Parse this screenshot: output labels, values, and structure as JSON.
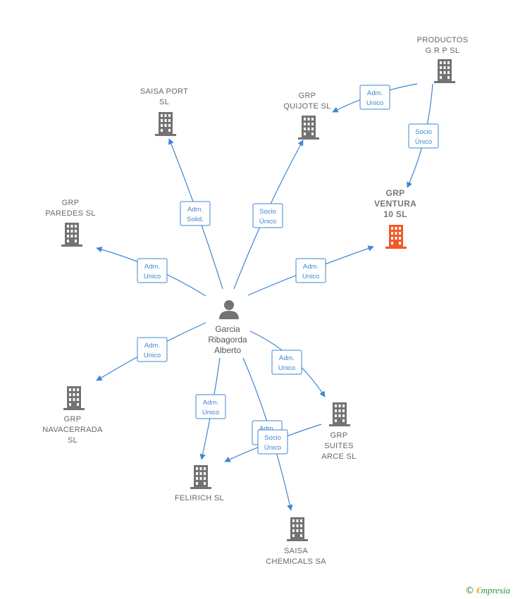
{
  "colors": {
    "edge": "#3f86d3",
    "company": "#737373",
    "company_highlight": "#f05a28",
    "person": "#737373"
  },
  "person": {
    "name_lines": [
      "Garcia",
      "Ribagorda",
      "Alberto"
    ],
    "icon": "person-icon"
  },
  "companies": [
    {
      "id": "productos",
      "label_lines": [
        "PRODUCTOS",
        "G R P SL"
      ],
      "icon": "building-icon",
      "highlight": false
    },
    {
      "id": "saisa-port",
      "label_lines": [
        "SAISA PORT",
        "SL"
      ],
      "icon": "building-icon",
      "highlight": false
    },
    {
      "id": "grp-quijote",
      "label_lines": [
        "GRP",
        "QUIJOTE  SL"
      ],
      "icon": "building-icon",
      "highlight": false
    },
    {
      "id": "grp-ventura",
      "label_lines": [
        "GRP",
        "VENTURA",
        "10  SL"
      ],
      "icon": "building-icon",
      "highlight": true
    },
    {
      "id": "grp-paredes",
      "label_lines": [
        "GRP",
        "PAREDES  SL"
      ],
      "icon": "building-icon",
      "highlight": false
    },
    {
      "id": "grp-navacerrada",
      "label_lines": [
        "GRP",
        "NAVACERRADA",
        "SL"
      ],
      "icon": "building-icon",
      "highlight": false
    },
    {
      "id": "felirich",
      "label_lines": [
        "FELIRICH  SL"
      ],
      "icon": "building-icon",
      "highlight": false
    },
    {
      "id": "saisa-chemicals",
      "label_lines": [
        "SAISA",
        "CHEMICALS SA"
      ],
      "icon": "building-icon",
      "highlight": false
    },
    {
      "id": "grp-suites",
      "label_lines": [
        "GRP",
        "SUITES",
        "ARCE  SL"
      ],
      "icon": "building-icon",
      "highlight": false
    }
  ],
  "edges": [
    {
      "id": "productos-quijote",
      "label_lines": [
        "Adm.",
        "Unico"
      ]
    },
    {
      "id": "productos-ventura",
      "label_lines": [
        "Socio",
        "Único"
      ]
    },
    {
      "id": "person-saisa-port",
      "label_lines": [
        "Adm.",
        "Solid."
      ]
    },
    {
      "id": "person-quijote",
      "label_lines": [
        "Socio",
        "Único"
      ]
    },
    {
      "id": "person-paredes",
      "label_lines": [
        "Adm.",
        "Unico"
      ]
    },
    {
      "id": "person-ventura",
      "label_lines": [
        "Adm.",
        "Unico"
      ]
    },
    {
      "id": "person-navacerrada",
      "label_lines": [
        "Adm.",
        "Unico"
      ]
    },
    {
      "id": "person-felirich",
      "label_lines": [
        "Adm.",
        "Unico"
      ]
    },
    {
      "id": "person-suites",
      "label_lines": [
        "Adm.",
        "Unico"
      ]
    },
    {
      "id": "person-chemicals",
      "label_lines": [
        "Adm.",
        "Unico"
      ]
    },
    {
      "id": "suites-felirich",
      "label_lines": [
        "Socio",
        "Único"
      ]
    }
  ],
  "footer": {
    "copyright": "©",
    "brand_first": "€",
    "brand_rest": "mpresia"
  }
}
